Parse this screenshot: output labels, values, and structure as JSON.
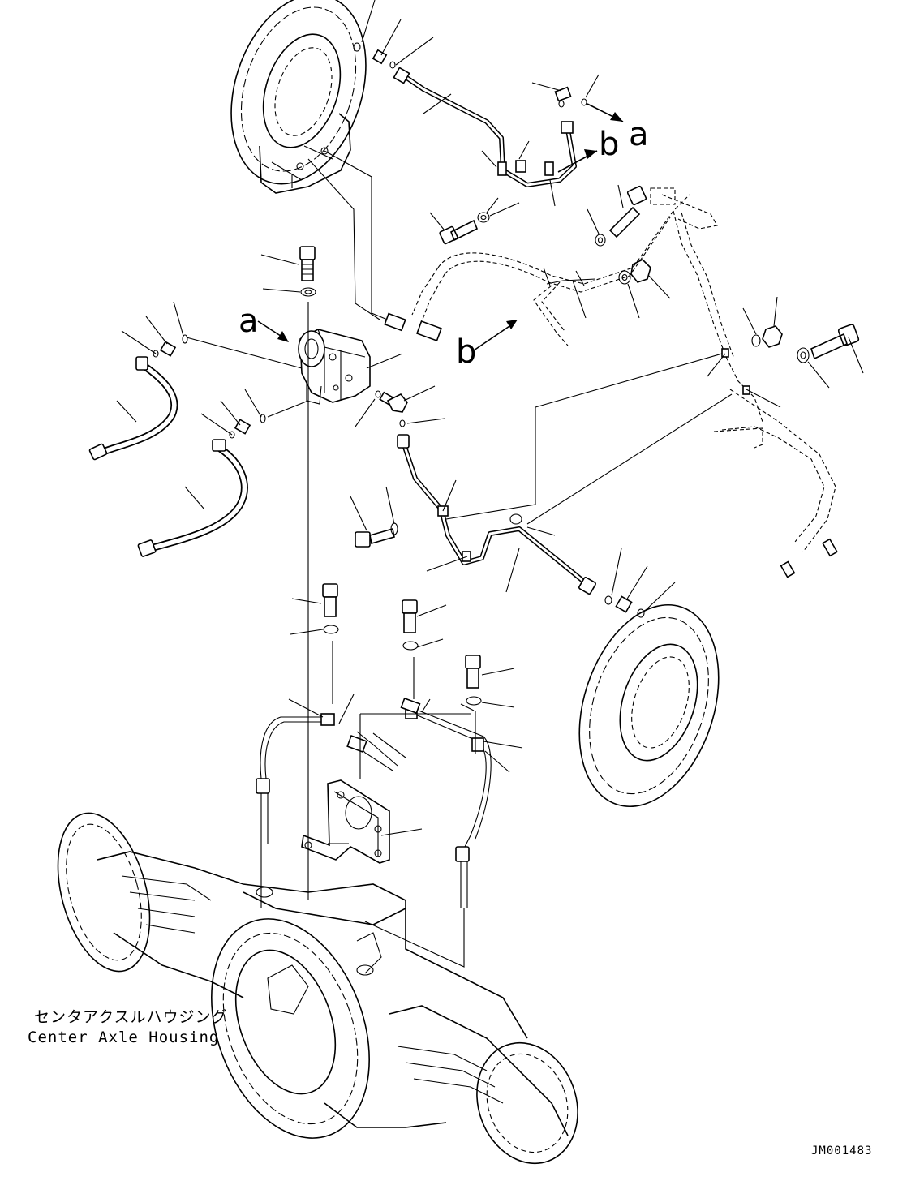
{
  "diagram": {
    "callouts": {
      "a_top": "a",
      "b_top": "b",
      "a_left": "a",
      "b_mid": "b"
    },
    "caption": {
      "japanese": "センタアクスルハウジング",
      "english": "Center Axle Housing"
    },
    "drawing_id": "JM001483"
  }
}
